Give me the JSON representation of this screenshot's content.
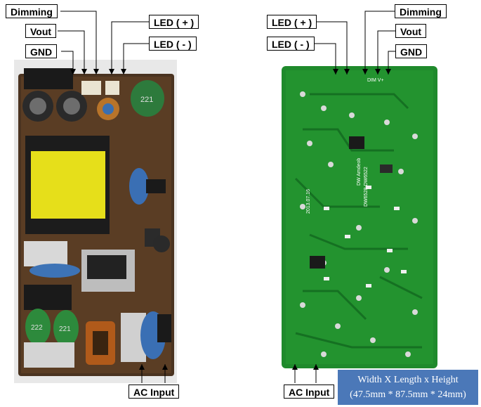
{
  "left_board": {
    "labels": {
      "dimming": "Dimming",
      "vout": "Vout",
      "gnd": "GND",
      "led_plus": "LED ( + )",
      "led_minus": "LED ( - )",
      "ac_input": "AC Input"
    },
    "component_marks": {
      "coil_top": "221",
      "coil_bottom_a": "222",
      "coil_bottom_b": "221"
    }
  },
  "right_board": {
    "labels": {
      "led_plus": "LED ( + )",
      "led_minus": "LED ( - )",
      "dimming": "Dimming",
      "vout": "Vout",
      "gnd": "GND",
      "ac_input": "AC Input"
    },
    "silkscreen": {
      "date": "2013.07.16",
      "brand": "DW Amdeob",
      "model": "DW6528-DW6522",
      "pins": "DIM V+"
    }
  },
  "dimensions": {
    "line1": "Width X Length x Height",
    "line2": "(47.5mm * 87.5mm * 24mm)"
  },
  "colors": {
    "pcb_green": "#1f8a2c",
    "left_board_brown": "#5a3a1f",
    "dim_box": "#4b78b8"
  }
}
